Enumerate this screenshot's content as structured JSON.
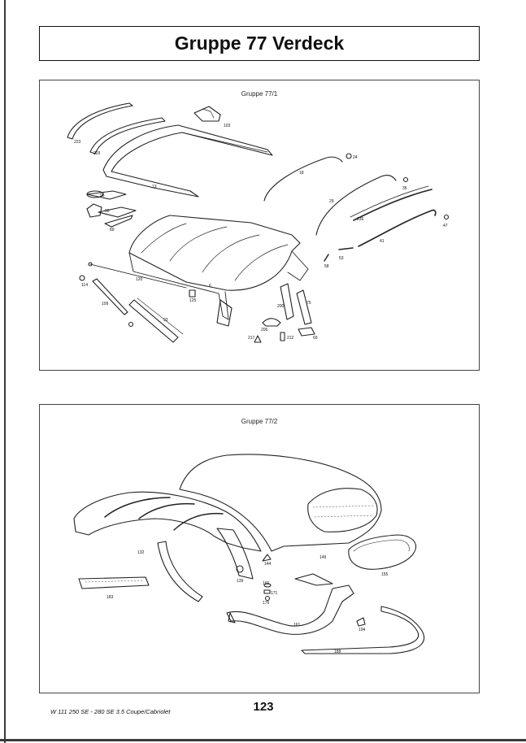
{
  "page": {
    "title": "Gruppe 77 Verdeck",
    "footer_reference": "W 111 250 SE - 280 SE 3.5 Coupe/Cabriolet",
    "page_number": "123"
  },
  "panel_1": {
    "title": "Gruppe 77/1",
    "labels": [
      "223",
      "229",
      "103",
      "13",
      "24",
      "18",
      "35",
      "29",
      "236",
      "47",
      "41",
      "96",
      "93",
      "89",
      "114",
      "120",
      "125",
      "6",
      "58",
      "53",
      "109",
      "93",
      "200",
      "75",
      "206",
      "217",
      "212",
      "69"
    ]
  },
  "panel_2": {
    "title": "Gruppe 77/2",
    "labels": [
      "132",
      "144",
      "149",
      "155",
      "183",
      "139",
      "166",
      "171",
      "176",
      "161",
      "194",
      "188"
    ]
  }
}
